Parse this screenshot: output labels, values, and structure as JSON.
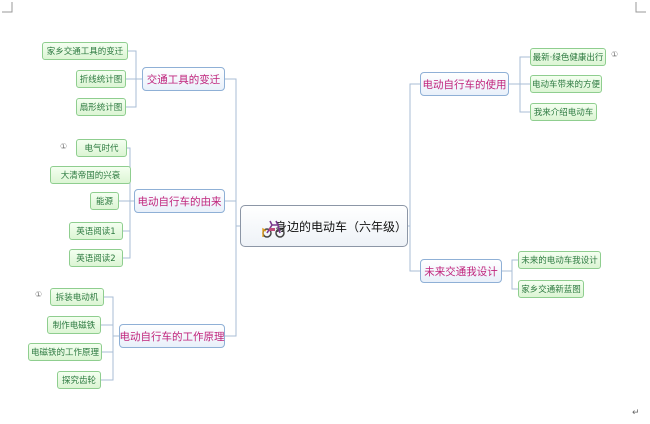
{
  "root": {
    "label": "身边的电动车（六年级）",
    "icon": "electric-bike-icon"
  },
  "branches": {
    "transport_change": {
      "label": "交通工具的变迁",
      "leaves": [
        "家乡交通工具的变迁",
        "折线统计图",
        "扇形统计图"
      ]
    },
    "ebike_origin": {
      "label": "电动自行车的由来",
      "leaves": [
        "电气时代",
        "大清帝国的兴衰",
        "能源",
        "英语阅读1",
        "英语阅读2"
      ]
    },
    "ebike_principle": {
      "label": "电动自行车的工作原理",
      "leaves": [
        "拆装电动机",
        "制作电磁铁",
        "电磁铁的工作原理",
        "探究齿轮"
      ]
    },
    "ebike_use": {
      "label": "电动自行车的使用",
      "leaves": [
        "最新·绿色健康出行",
        "电动车带来的方便",
        "我来介绍电动车"
      ]
    },
    "future_transport": {
      "label": "未来交通我设计",
      "leaves": [
        "未来的电动车我设计",
        "家乡交通新蓝图"
      ]
    }
  },
  "markers": [
    "①",
    "①",
    "①"
  ],
  "paragraph_mark": "↵",
  "colors": {
    "line": "#a9bdd6",
    "main_text": "#c0247c",
    "leaf_text": "#2d7a40"
  }
}
